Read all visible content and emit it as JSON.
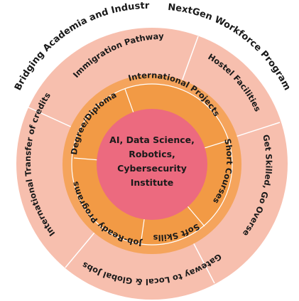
{
  "center": {
    "lines": [
      "AI, Data Science,",
      "Robotics,",
      "Cybersecurity",
      "Institute"
    ]
  },
  "inner_ring": {
    "labels": [
      "Degree/Diploma",
      "International Projects",
      "Short Courses",
      "Soft Skills",
      "Job-Ready Programs"
    ]
  },
  "middle_ring": {
    "labels": [
      "Immigration Pathway",
      "Hostel Facilities",
      "Get Skilled, Go Overseas",
      "Gateway to Local & Global Jobs",
      "International Transfer of credits"
    ]
  },
  "outer_text": {
    "labels": [
      "Bridging Academia and Industry",
      "NextGen Workforce Program"
    ]
  },
  "colors": {
    "outer_ring": "#f7bfae",
    "middle_ring": "#f5a45c",
    "inner_ring": "#f29a45",
    "center_circle": "#ec6a7f",
    "divider": "#ffffff",
    "text": "#1a1a1a"
  }
}
